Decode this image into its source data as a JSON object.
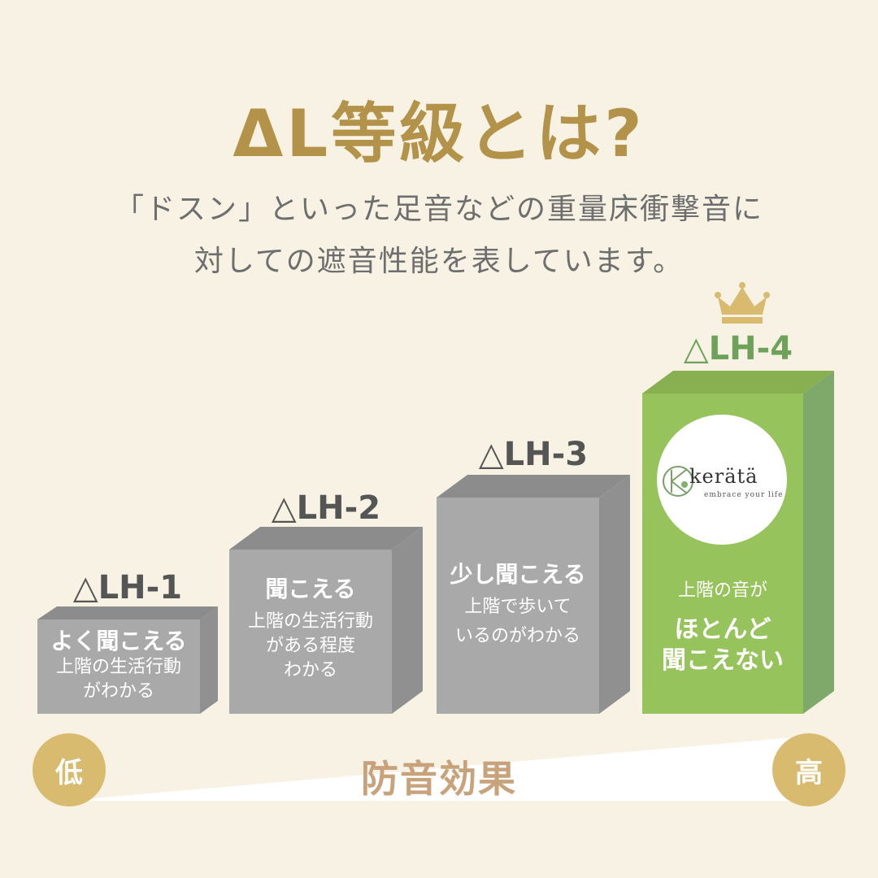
{
  "title": "ΔL等級とは?",
  "subtitle_lines": [
    "「ドスン」といった足音などの重量床衝撃音に",
    "対しての遮音性能を表しています。"
  ],
  "levels": [
    {
      "label": "△LH-1",
      "heading": "よく聞こえる",
      "desc": [
        "上階の生活行動",
        "がわかる"
      ]
    },
    {
      "label": "△LH-2",
      "heading": "聞こえる",
      "desc": [
        "上階の生活行動",
        "がある程度",
        "わかる"
      ]
    },
    {
      "label": "△LH-3",
      "heading": "少し聞こえる",
      "desc": [
        "上階で歩いて",
        "いるのがわかる"
      ]
    },
    {
      "label": "△LH-4",
      "heading_pre": "上階の音が",
      "heading": [
        "ほとんど",
        "聞こえない"
      ]
    }
  ],
  "logo": {
    "brand": "kerätä",
    "tagline": "embrace your life"
  },
  "scale": {
    "low": "低",
    "high": "高",
    "label": "防音効果"
  },
  "colors": {
    "background": "#f7f2e4",
    "gold": "#b3924a",
    "gray_front": "#a9a9a9",
    "green_front": "#96c35c",
    "accent_circle": "#d9bb6f"
  },
  "icons": {
    "crown": "crown-icon",
    "logo_mark": "clover-logo-icon"
  }
}
